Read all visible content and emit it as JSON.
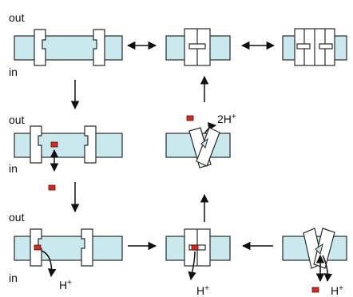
{
  "labels": {
    "out": "out",
    "in": "in",
    "two_protons": "2H",
    "proton": "H",
    "plus": "+"
  },
  "colors": {
    "membrane": "#c9e9ee",
    "protein": "#ffffff",
    "ion": "#d42a20",
    "outline": "#2a2a2a"
  }
}
